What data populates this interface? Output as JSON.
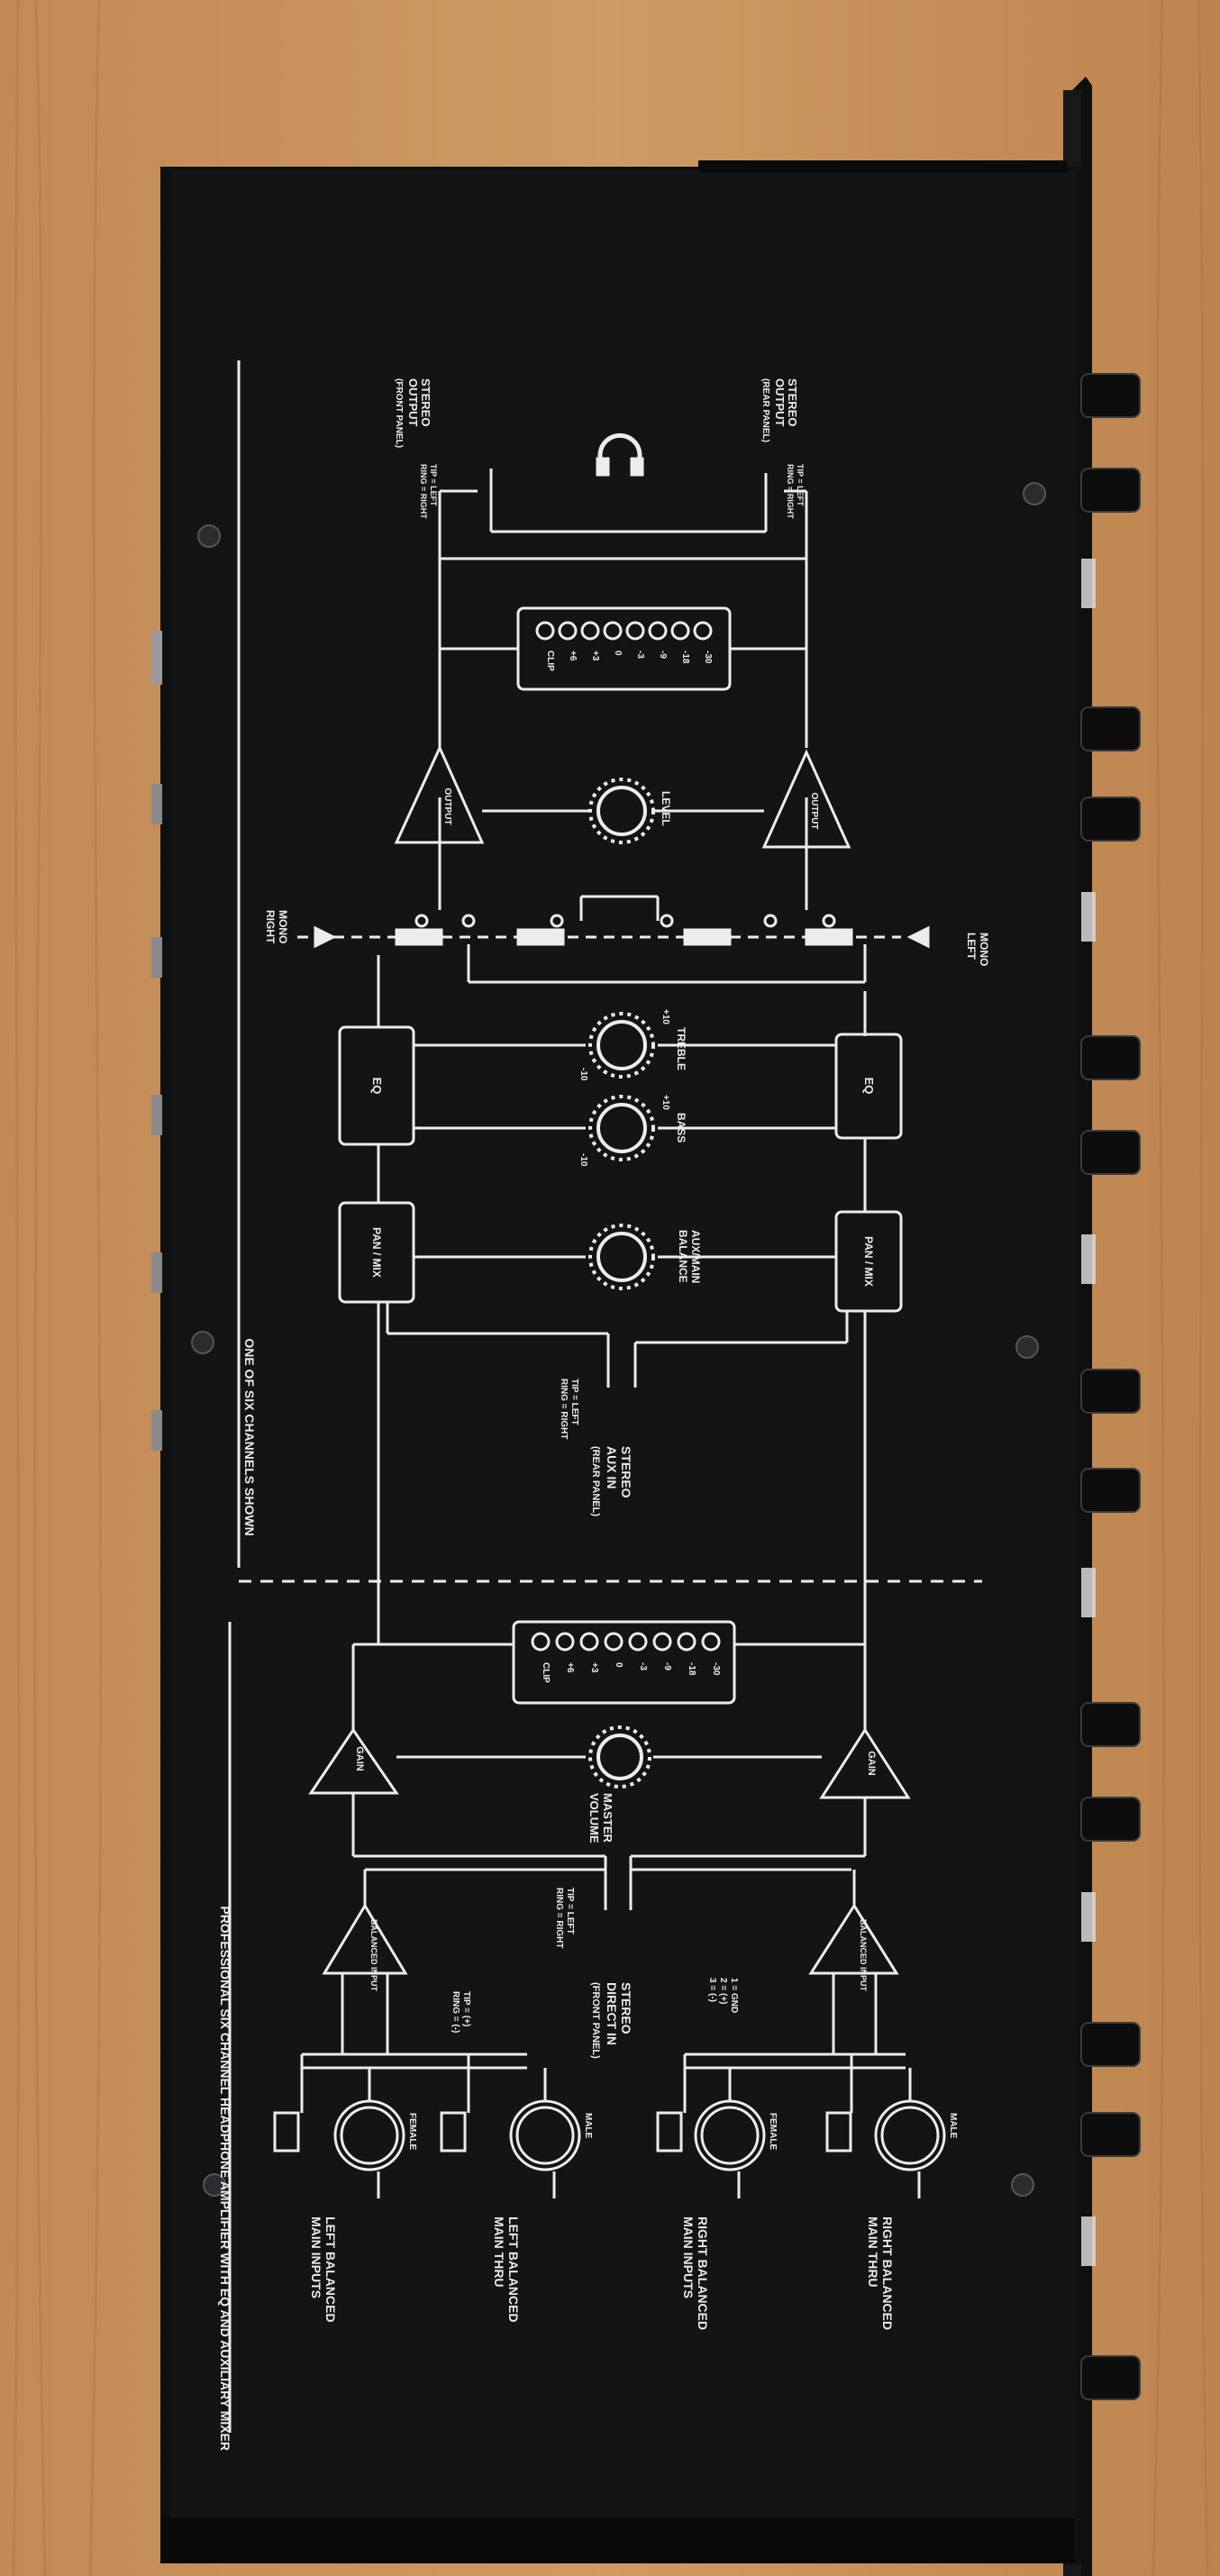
{
  "colors": {
    "wood": "#c9925c",
    "wood_dark": "#a86f3e",
    "chassis": "#111214",
    "panel_edge": "#1d1f22",
    "ink": "#ececec"
  },
  "footer": {
    "title": "PROFESSIONAL SIX CHANNEL HEADPHONE AMPLIFIER WITH EQ AND AUXILIARY MIXER",
    "one_of_six": "ONE OF SIX CHANNELS SHOWN"
  },
  "inputs": {
    "left_main_1": "LEFT BALANCED",
    "left_main_2": "MAIN INPUTS",
    "left_thru_1": "LEFT BALANCED",
    "left_thru_2": "MAIN THRU",
    "right_main_1": "RIGHT BALANCED",
    "right_main_2": "MAIN INPUTS",
    "right_thru_1": "RIGHT BALANCED",
    "right_thru_2": "MAIN THRU",
    "female": "FEMALE",
    "male": "MALE",
    "pin_1": "1 = GND",
    "pin_2": "2 = (+)",
    "pin_3": "3 = (-)",
    "tip": "TIP = (+)",
    "ring": "RING = (-)",
    "balanced_input": "BALANCED INPUT"
  },
  "stereo_direct": {
    "line1": "STEREO",
    "line2": "DIRECT IN",
    "line3": "(FRONT PANEL)",
    "tip": "TIP = LEFT",
    "ring": "RING = RIGHT"
  },
  "gain_stage": {
    "gain": "GAIN",
    "volume_line1": "MASTER",
    "volume_line2": "VOLUME"
  },
  "meter": {
    "labels": [
      "CLIP",
      "+6",
      "+3",
      "0",
      "-3",
      "-9",
      "-18",
      "-30"
    ]
  },
  "aux": {
    "line1": "STEREO",
    "line2": "AUX IN",
    "line3": "(REAR PANEL)",
    "tip": "TIP = LEFT",
    "ring": "RING = RIGHT",
    "pan_mix": "PAN / MIX",
    "balance_line1": "AUX/MAIN",
    "balance_line2": "BALANCE"
  },
  "eq": {
    "eq": "EQ",
    "bass": "BASS",
    "treble": "TREBLE",
    "scale_low": "-10",
    "scale_high": "+10"
  },
  "mono": {
    "right_1": "MONO",
    "right_2": "RIGHT",
    "left_1": "MONO",
    "left_2": "LEFT"
  },
  "output": {
    "level": "LEVEL",
    "output": "OUTPUT",
    "rear_line1": "STEREO",
    "rear_line2": "OUTPUT",
    "rear_line3": "(REAR PANEL)",
    "front_line1": "STEREO",
    "front_line2": "OUTPUT",
    "front_line3": "(FRONT PANEL)",
    "tip": "TIP = LEFT",
    "ring": "RING = RIGHT"
  }
}
